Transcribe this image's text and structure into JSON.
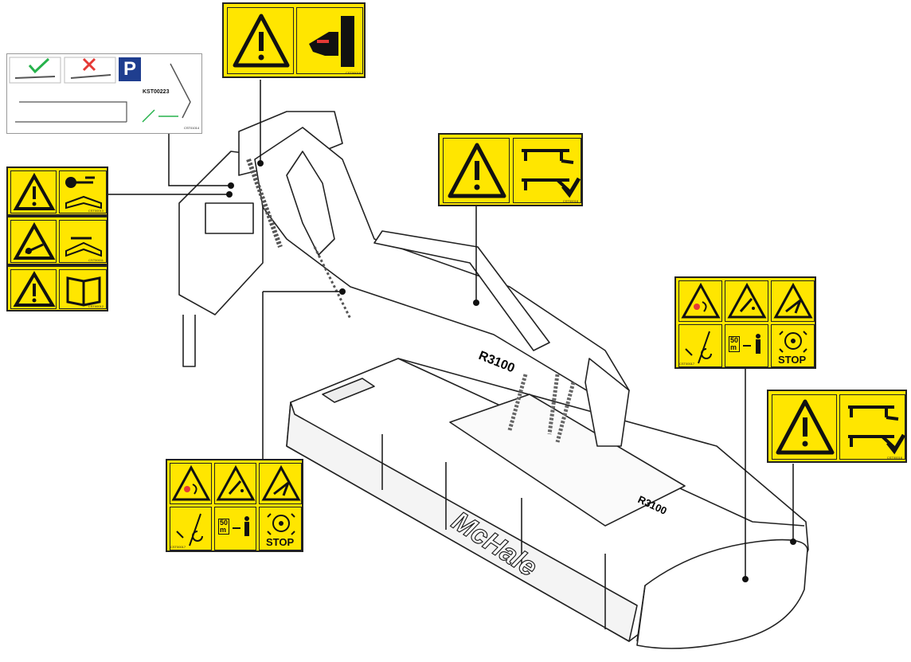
{
  "brand": {
    "name": "McHale",
    "model_front": "R3100",
    "model_side": "R3100"
  },
  "parking_decal": {
    "symbol": "P",
    "part_number": "KST00223",
    "code": "CST01014",
    "symbol_color": "#1f3e8f",
    "ok_color": "#26b24b",
    "no_color": "#e53935"
  },
  "decal_codes": {
    "crush_hand": "CST00019",
    "lift_arm_top": "CST00018",
    "lift_arm_right": "CST00018",
    "key_manual": "CST00013",
    "tractor_manual": "CST00011",
    "read_manual": "CST00012",
    "rotating_left": "CST00017",
    "rotating_right": "CST00017"
  },
  "distance_label": {
    "value": "50",
    "unit": "m"
  },
  "stop_label": "STOP",
  "colors": {
    "decal_yellow": "#ffe600",
    "outline": "#222222"
  }
}
